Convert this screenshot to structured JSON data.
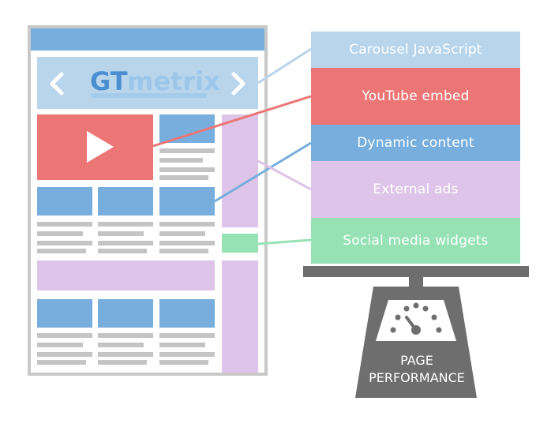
{
  "logo": {
    "text_gt": "GT",
    "text_metrix": "metrix",
    "prev_symbol": "‹",
    "next_symbol": "›"
  },
  "labels": [
    {
      "id": "carousel",
      "text": "Carousel JavaScript",
      "color": "#b8d5ec"
    },
    {
      "id": "youtube",
      "text": "YouTube embed",
      "color": "#ec7676"
    },
    {
      "id": "dynamic",
      "text": "Dynamic content",
      "color": "#77aedd"
    },
    {
      "id": "ads",
      "text": "External ads",
      "color": "#dec4e8"
    },
    {
      "id": "social",
      "text": "Social media widgets",
      "color": "#96e2b4"
    }
  ],
  "scale": {
    "line1": "PAGE",
    "line2": "PERFORMANCE",
    "color": "#6e6e6e"
  },
  "colors": {
    "page_border": "#c8c8c8",
    "header_bar": "#77aedd",
    "text_lines": "#c4c4c4",
    "logo_gt": "#4b8fd0",
    "logo_metrix": "#9cc6ea"
  }
}
